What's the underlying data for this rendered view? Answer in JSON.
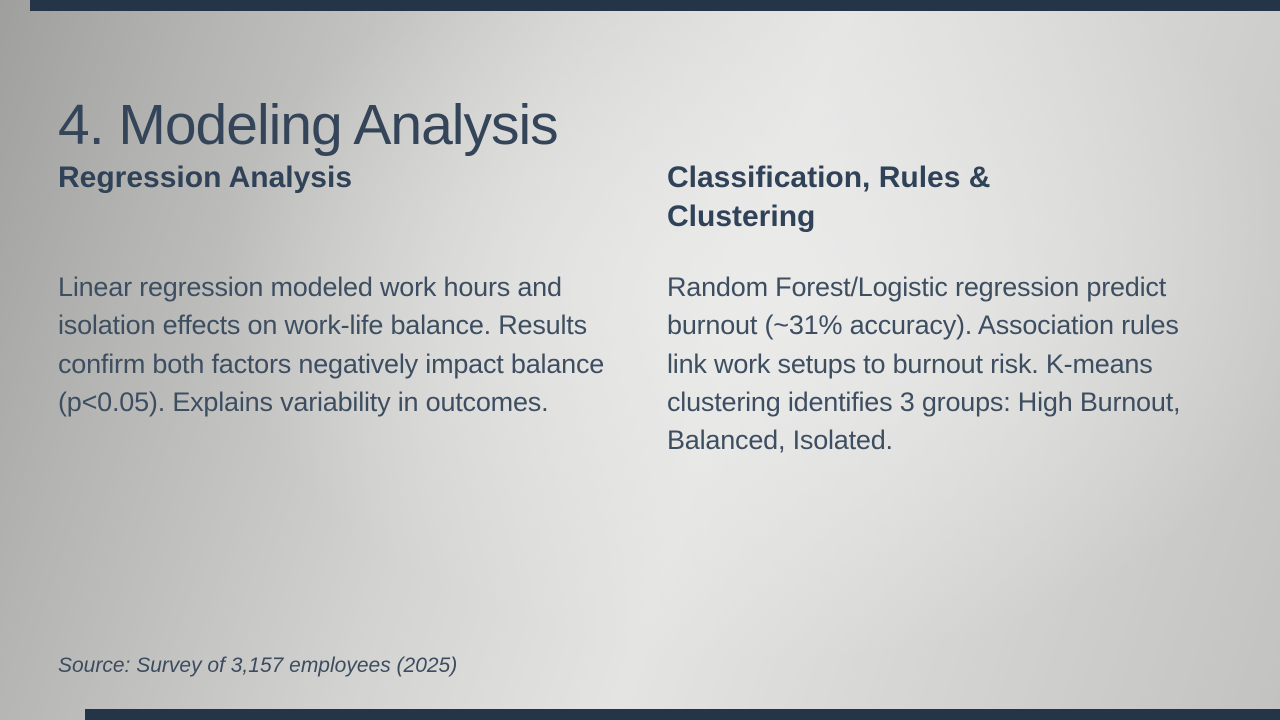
{
  "slide": {
    "title": "4. Modeling Analysis",
    "columns": [
      {
        "heading": "Regression Analysis",
        "body": "Linear regression modeled work hours and isolation effects on work-life balance. Results confirm both factors negatively impact balance (p<0.05). Explains variability in outcomes."
      },
      {
        "heading": "Classification, Rules & Clustering",
        "body": "Random Forest/Logistic regression predict burnout (~31% accuracy). Association rules link work setups to burnout risk. K-means clustering identifies 3 groups: High Burnout, Balanced, Isolated."
      }
    ],
    "source_note": "Source: Survey of 3,157 employees (2025)",
    "colors": {
      "accent_bar": "#243548",
      "title_text": "#344459",
      "heading_text": "#2f4258",
      "body_text": "#3e4e61",
      "source_text": "#3c4c5e",
      "background_light": "#e4e4e3",
      "background_dark": "#9f9f9e"
    }
  }
}
